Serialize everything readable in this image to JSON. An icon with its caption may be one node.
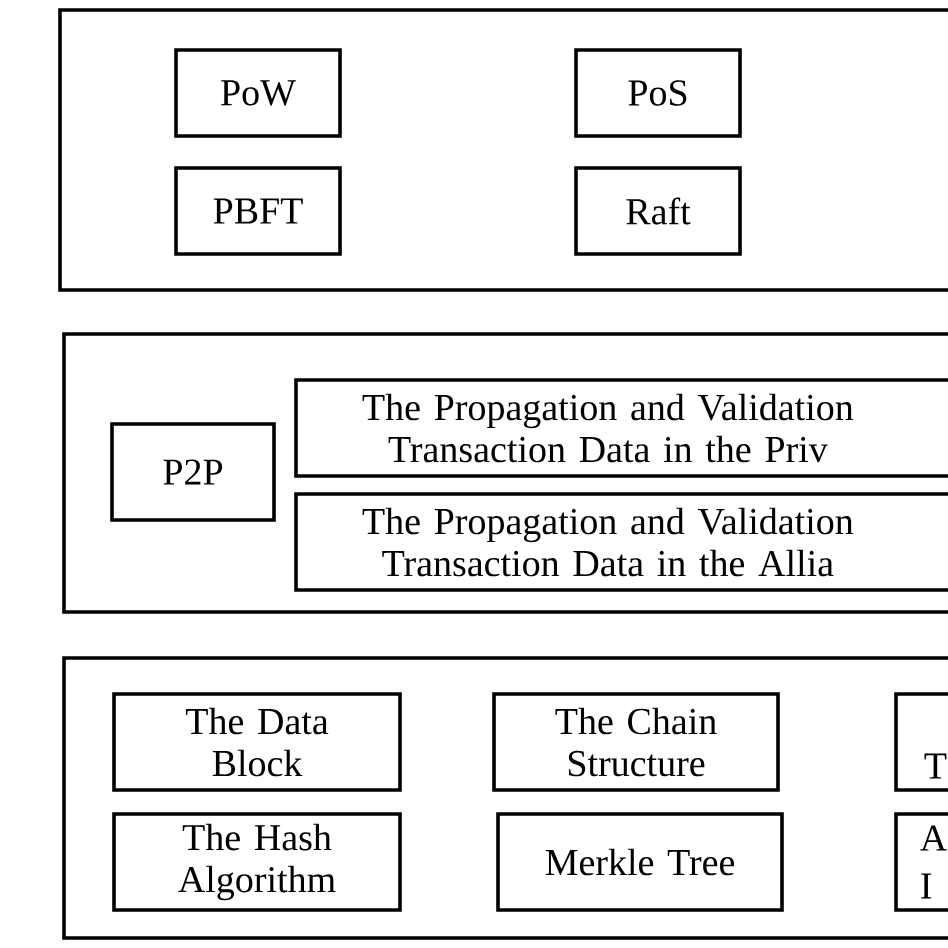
{
  "diagram": {
    "nodes": [
      {
        "text": [],
        "shape": "box"
      },
      {
        "text": [
          "PoW"
        ],
        "in": 0
      },
      {
        "text": [
          "PoS"
        ],
        "in": 0
      },
      {
        "text": [
          "PBFT"
        ],
        "in": 0
      },
      {
        "text": [
          "Raft"
        ],
        "in": 0
      },
      {
        "text": [],
        "shape": "box"
      },
      {
        "text": [
          "P2P"
        ],
        "in": 5
      },
      {
        "text": [
          "The Propagation and Validation Transaction Data in the Priv"
        ],
        "in": 5
      },
      {
        "text": [
          "The Propagation and Validation Transaction Data in the Allia"
        ],
        "in": 5
      },
      {
        "text": [],
        "shape": "box"
      },
      {
        "text": [
          "The Data Block"
        ],
        "in": 9
      },
      {
        "text": [
          "The Chain Structure"
        ],
        "in": 9
      },
      {
        "text": [
          "T"
        ],
        "in": 9
      },
      {
        "text": [
          "The Hash Algorithm"
        ],
        "in": 9
      },
      {
        "text": [
          "Merkle Tree"
        ],
        "in": 9
      },
      {
        "text": [
          "A",
          "I"
        ],
        "in": 9
      }
    ]
  }
}
